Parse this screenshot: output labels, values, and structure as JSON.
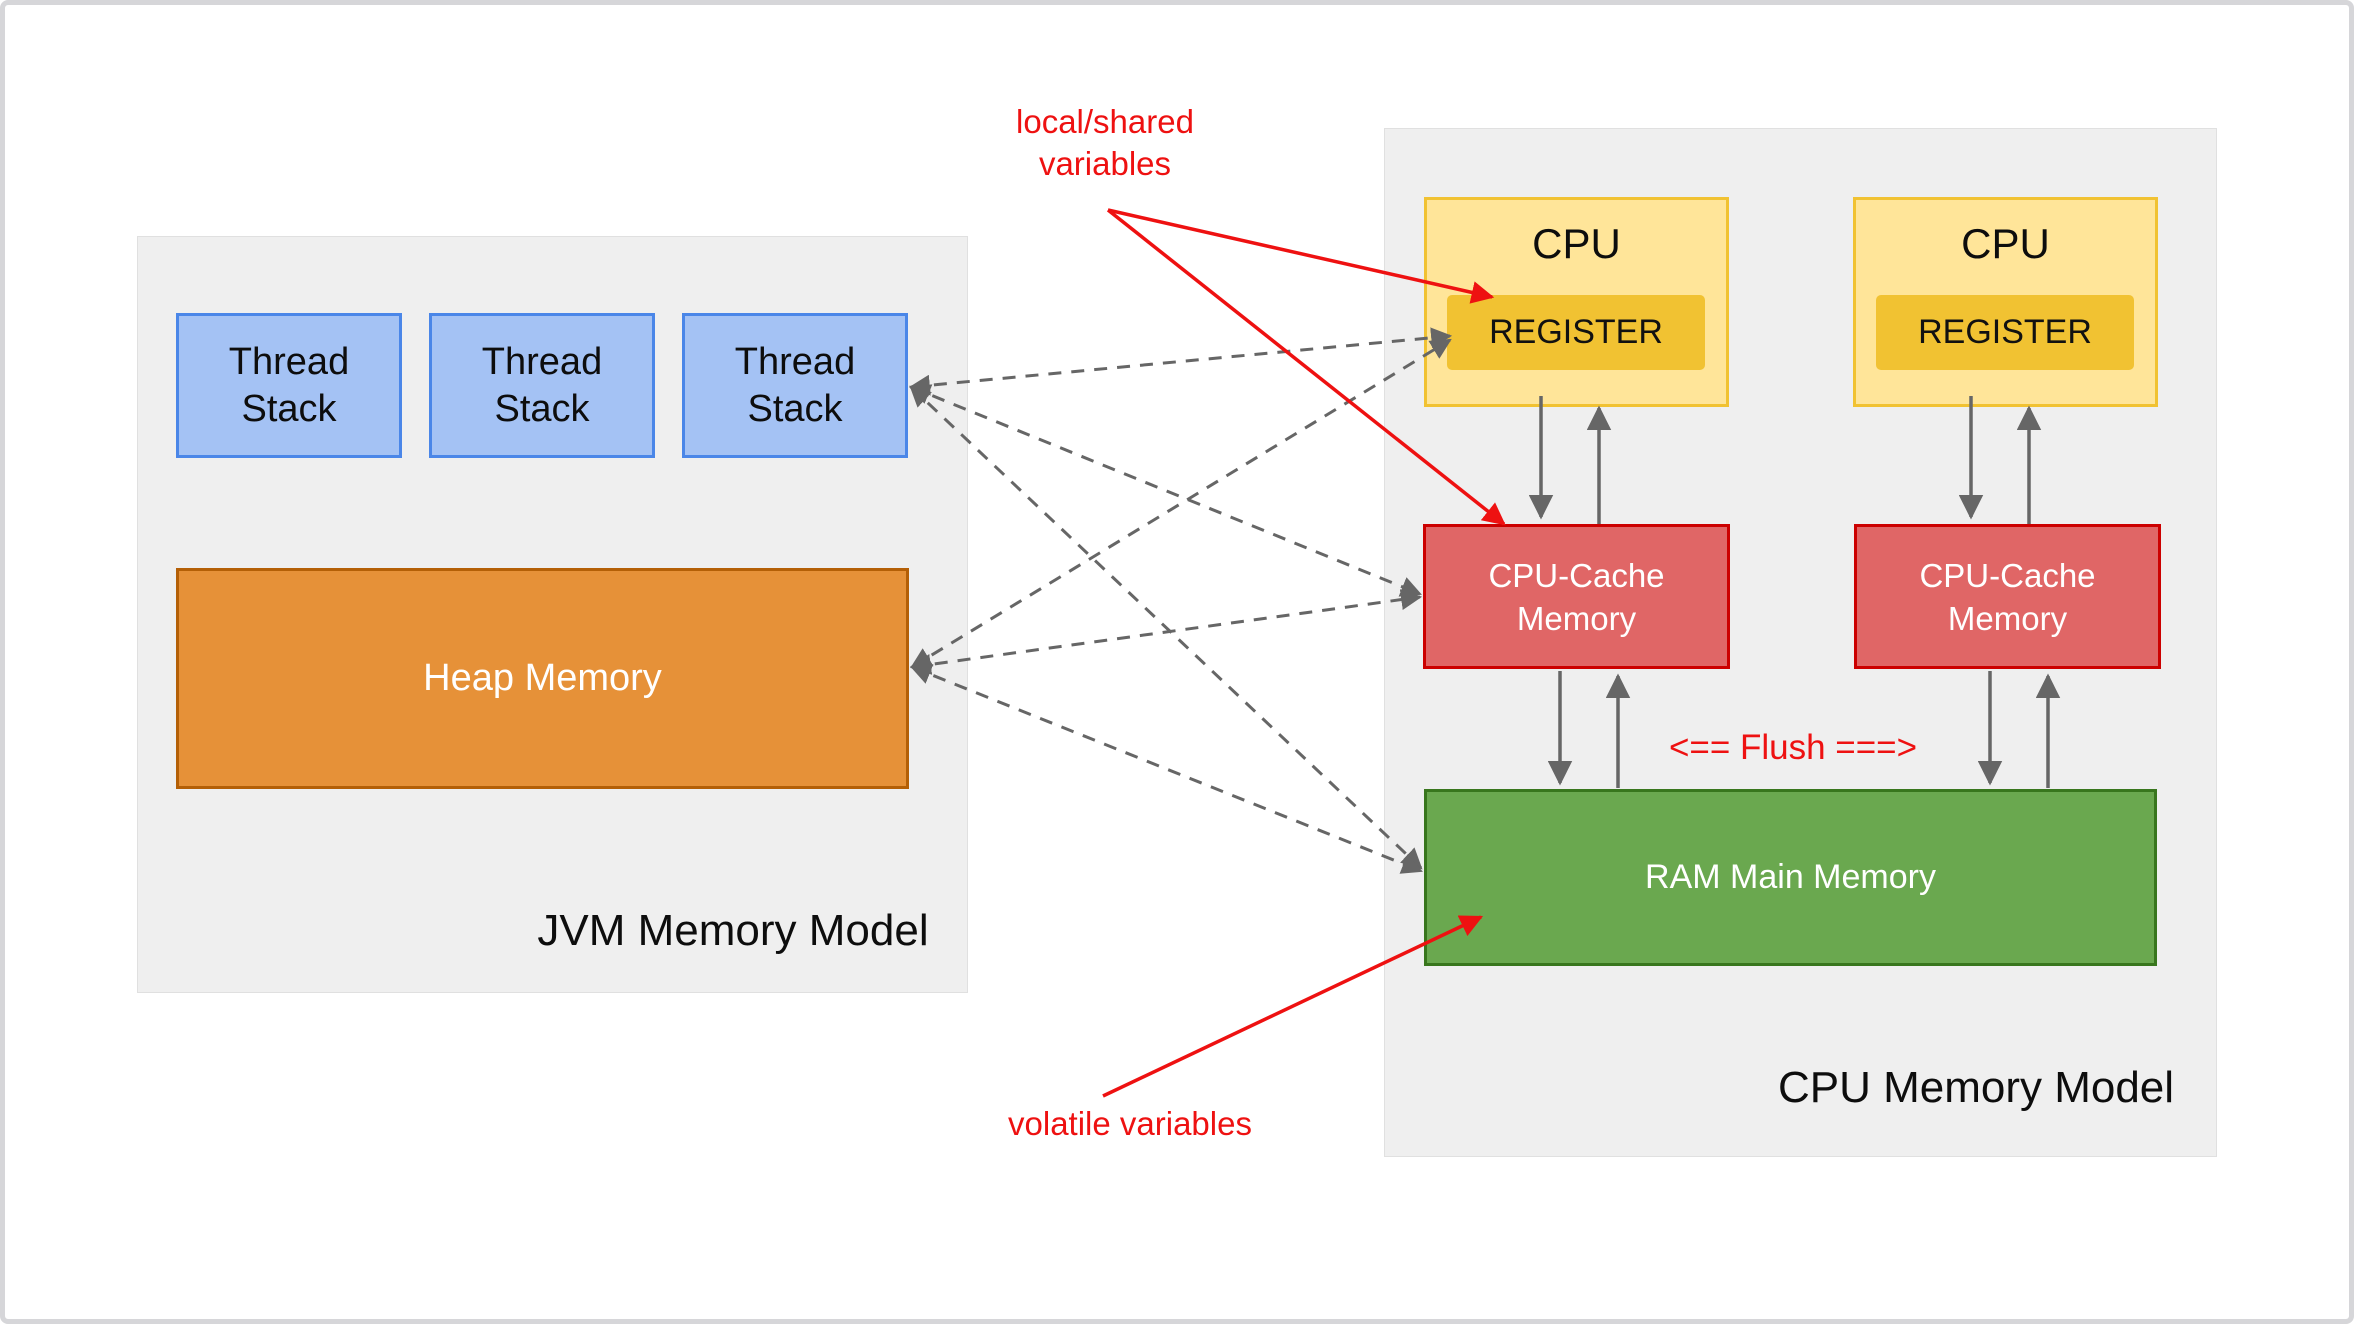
{
  "jvm": {
    "title": "JVM Memory Model",
    "thread_stacks": [
      "Thread Stack",
      "Thread Stack",
      "Thread Stack"
    ],
    "heap_label": "Heap Memory"
  },
  "cpu": {
    "title": "CPU Memory Model",
    "cpu_units": [
      {
        "cpu_label": "CPU",
        "register_label": "REGISTER"
      },
      {
        "cpu_label": "CPU",
        "register_label": "REGISTER"
      }
    ],
    "cache_labels": [
      "CPU-Cache Memory",
      "CPU-Cache Memory"
    ],
    "ram_label": "RAM Main Memory",
    "flush_label": "<== Flush ===>"
  },
  "annotations": {
    "local_shared": "local/shared\nvariables",
    "volatile": "volatile variables"
  },
  "colors": {
    "panel_bg": "#efefef",
    "thread_stack_fill": "#a4c2f4",
    "thread_stack_border": "#4a86e8",
    "heap_fill": "#e69138",
    "heap_border": "#b45f06",
    "cpu_fill": "#ffe599",
    "cpu_border": "#f1c232",
    "register_fill": "#f1c232",
    "cache_fill": "#e06666",
    "cache_border": "#cc0000",
    "ram_fill": "#6aa84f",
    "ram_border": "#38761d",
    "annotation_red": "#ee1111",
    "arrow_gray": "#666666"
  }
}
